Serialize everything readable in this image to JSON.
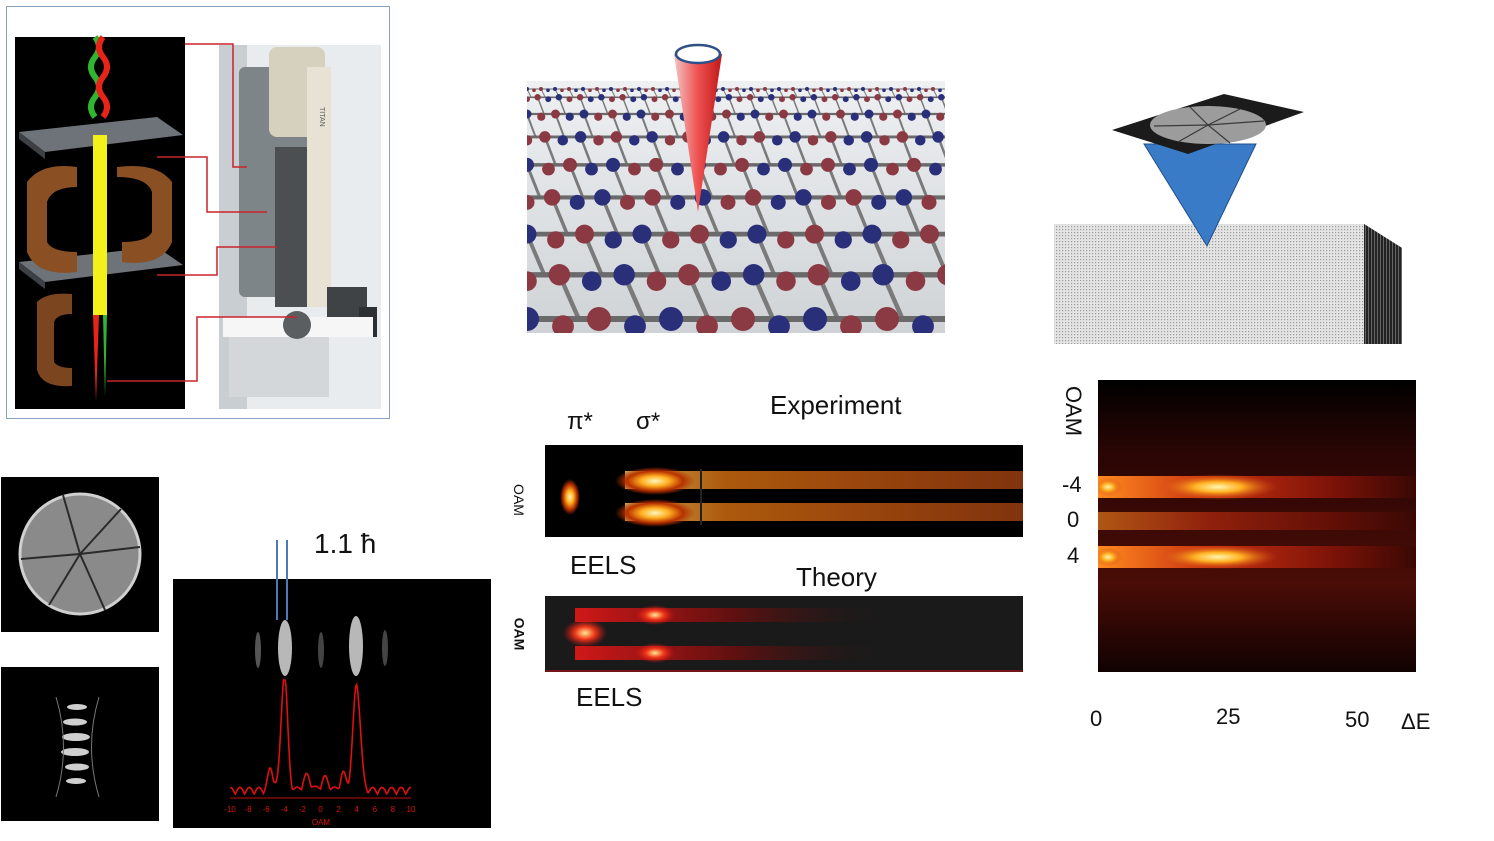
{
  "tem_panel": {
    "instrument_label": "TITAN"
  },
  "experiment": {
    "title": "Experiment",
    "peaks": [
      "π*",
      "σ*"
    ],
    "ylabel": "OAM",
    "xlabel": "EELS"
  },
  "theory": {
    "title": "Theory",
    "ylabel": "OAM",
    "xlabel": "EELS"
  },
  "oam_map": {
    "ylabel": "OAM",
    "yticks": [
      "-4",
      "0",
      "4"
    ],
    "xticks": [
      "0",
      "25",
      "50"
    ],
    "xlabel": "ΔE"
  },
  "spectrum": {
    "spacing_label": "1.1 ħ",
    "xlabel": "OAM",
    "xticks": [
      "-10",
      "-8",
      "-6",
      "-4",
      "-2",
      "0",
      "2",
      "4",
      "6",
      "8",
      "10"
    ]
  },
  "colors": {
    "beam_red": "#e8231a",
    "beam_green": "#2fb52f",
    "beam_yellow": "#f4f019",
    "cone_blue": "#3a7bc8",
    "atom_red": "#8b3a44",
    "atom_blue": "#2a2f7a",
    "spectrum_red": "#e01010"
  }
}
